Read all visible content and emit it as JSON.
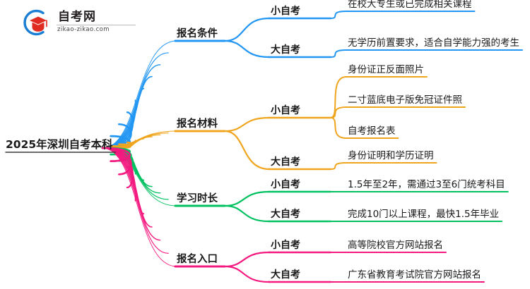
{
  "logo": {
    "title": "自考网",
    "domain": "zikao-zikao.com",
    "mark_arc_color": "#1a7fd4",
    "mark_cap_color": "#e02b20"
  },
  "mindmap": {
    "root": {
      "label": "2025年深圳自考本科"
    },
    "branches": [
      {
        "label": "报名条件",
        "color": "#2196f3",
        "children": [
          {
            "label": "小自考",
            "leaves": [
              {
                "label": "在校大专生或已完成相关课程"
              }
            ]
          },
          {
            "label": "大自考",
            "leaves": [
              {
                "label": "无学历前置要求，适合自学能力强的考生"
              }
            ]
          }
        ]
      },
      {
        "label": "报名材料",
        "color": "#f0a51e",
        "children": [
          {
            "label": "小自考",
            "leaves": [
              {
                "label": "身份证正反面照片"
              },
              {
                "label": "二寸蓝底电子版免冠证件照"
              },
              {
                "label": "自考报名表"
              }
            ]
          },
          {
            "label": "大自考",
            "leaves": [
              {
                "label": "身份证明和学历证明"
              }
            ]
          }
        ]
      },
      {
        "label": "学习时长",
        "color": "#00c160",
        "children": [
          {
            "label": "小自考",
            "leaves": [
              {
                "label": "1.5年至2年，需通过3至6门统考科目"
              }
            ]
          },
          {
            "label": "大自考",
            "leaves": [
              {
                "label": "完成10门以上课程，最快1.5年毕业"
              }
            ]
          }
        ]
      },
      {
        "label": "报名入口",
        "color": "#f4197f",
        "children": [
          {
            "label": "小自考",
            "leaves": [
              {
                "label": "高等院校官方网站报名"
              }
            ]
          },
          {
            "label": "大自考",
            "leaves": [
              {
                "label": "广东省教育考试院官方网站报名"
              }
            ]
          }
        ]
      }
    ]
  }
}
